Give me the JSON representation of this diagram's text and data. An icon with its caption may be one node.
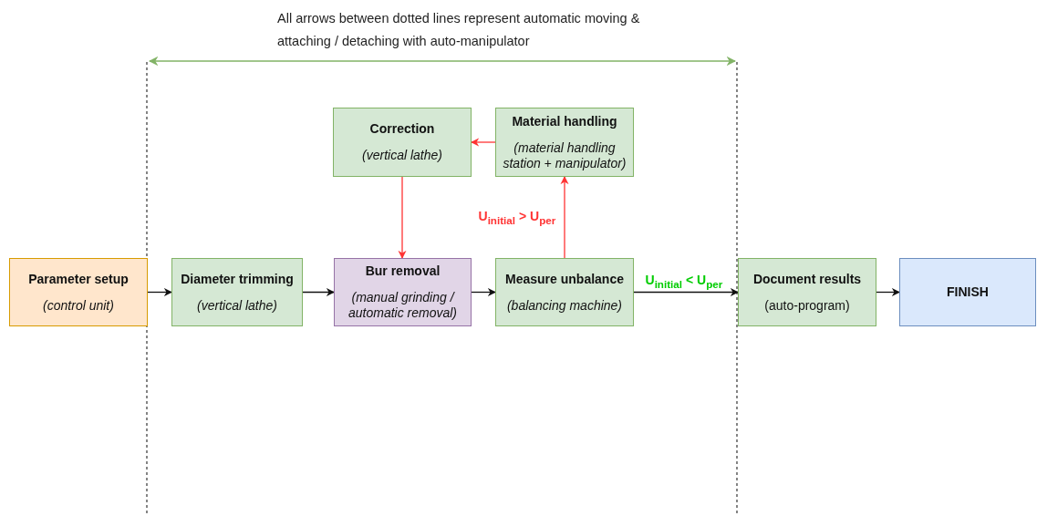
{
  "diagram": {
    "nodes": [
      {
        "text": [
          "Parameter setup",
          "(control unit)"
        ]
      },
      {
        "text": [
          "Diameter trimming",
          "(vertical lathe)"
        ]
      },
      {
        "text": [
          "Bur removal",
          "(manual grinding / automatic removal)"
        ]
      },
      {
        "text": [
          "Measure unbalance",
          "(balancing machine)"
        ]
      },
      {
        "text": [
          "Document results",
          "(auto-program)"
        ]
      },
      {
        "text": [
          "FINISH"
        ]
      },
      {
        "text": [
          "Correction",
          "(vertical lathe)"
        ]
      },
      {
        "text": [
          "Material handling",
          "(material handling station + manipulator)"
        ]
      }
    ],
    "edges": [
      {
        "from": 0,
        "to": 1,
        "arrow": "to"
      },
      {
        "from": 1,
        "to": 2,
        "arrow": "to"
      },
      {
        "from": 2,
        "to": 3,
        "arrow": "to"
      },
      {
        "from": 3,
        "to": 4,
        "arrow": "to",
        "label": "U$_{initial}$ < U$_{per}$"
      },
      {
        "from": 4,
        "to": 5,
        "arrow": "to"
      },
      {
        "from": 3,
        "to": 7,
        "arrow": "to",
        "label": "U$_{initial}$ > U$_{per}$",
        "color": "#ff3333"
      },
      {
        "from": 7,
        "to": 6,
        "arrow": "to",
        "color": "#ff3333"
      },
      {
        "from": 6,
        "to": 2,
        "arrow": "to",
        "color": "#ff3333"
      }
    ],
    "labels": [
      "All arrows between dotted lines represent automatic moving & attaching / detaching with auto-manipulator"
    ]
  }
}
